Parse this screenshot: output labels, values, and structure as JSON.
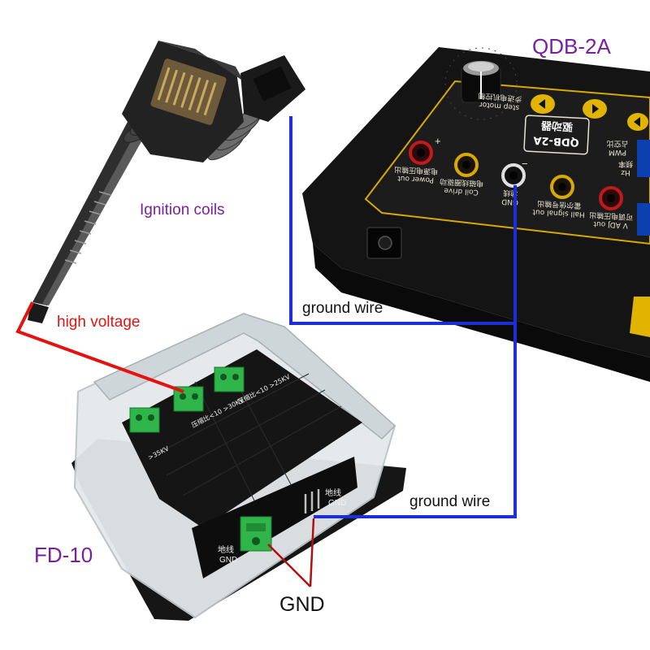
{
  "labels": {
    "qdb_title": "QDB-2A",
    "ignition_coils": "Ignition coils",
    "high_voltage": "high voltage",
    "ground_wire_top": "ground wire",
    "ground_wire_bottom": "ground wire",
    "fd_title": "FD-10",
    "gnd": "GND"
  },
  "qdb_panel": {
    "screen_text": "QDB-2A",
    "screen_text_cn": "驱动器",
    "power_out": "Power out",
    "power_out_cn": "电源电压输出",
    "coil_drive": "Coil drive",
    "coil_drive_cn": "电磁线圈驱动",
    "gnd": "GND",
    "gnd_cn": "地线",
    "hall_signal_out": "Hall signal out",
    "hall_signal_out_cn": "霍尔信号输出",
    "adj_out": "V ADJ out",
    "adj_out_cn": "可调电压输出",
    "pwm": "PWM",
    "pwm_cn": "占空比",
    "hz": "Hz",
    "hz_cn": "频率",
    "step_motor": "step motor",
    "step_motor_cn": "步进电机控制",
    "plus": "+",
    "minus": "−"
  },
  "fd_board": {
    "ch1": ">35KV",
    "ch2": "压缩比<10 >30KV",
    "ch3": "压缩比<10 >25KV",
    "gnd_left": "GND",
    "gnd_left_cn": "地线",
    "gnd_right": "GND",
    "gnd_right_cn": "地线"
  },
  "colors": {
    "ground_wire": "#1a2fd6",
    "high_voltage_wire": "#e3140f",
    "gnd_pointer": "#b01010",
    "label_purple": "#7a1fa0",
    "connector_green": "#2fb54a",
    "panel_yellow": "#e0b400"
  }
}
